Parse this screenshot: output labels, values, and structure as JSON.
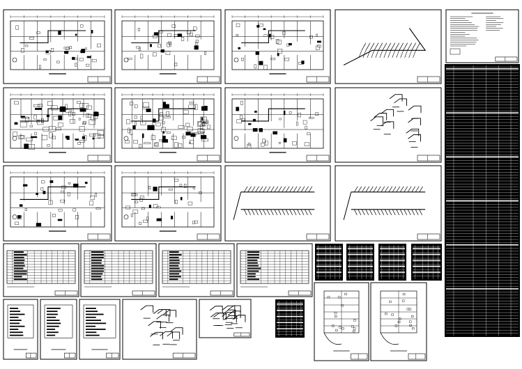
{
  "colors": {
    "background": "#ffffff",
    "ink": "#000000",
    "dark_sheet": "#000000",
    "dark_line": "#ffffff"
  },
  "sheets": [
    {
      "id": "plan-1",
      "kind": "floor-plan"
    },
    {
      "id": "plan-2",
      "kind": "floor-plan"
    },
    {
      "id": "plan-3",
      "kind": "floor-plan"
    },
    {
      "id": "iso-1",
      "kind": "isometric"
    },
    {
      "id": "notes",
      "kind": "notes"
    },
    {
      "id": "plan-4",
      "kind": "floor-plan-dense"
    },
    {
      "id": "plan-5",
      "kind": "floor-plan-dense"
    },
    {
      "id": "plan-6",
      "kind": "floor-plan"
    },
    {
      "id": "iso-2",
      "kind": "isometric-small"
    },
    {
      "id": "schedule-tall",
      "kind": "dark-table"
    },
    {
      "id": "plan-7",
      "kind": "floor-plan"
    },
    {
      "id": "plan-8",
      "kind": "floor-plan"
    },
    {
      "id": "iso-3",
      "kind": "isometric-run"
    },
    {
      "id": "iso-4",
      "kind": "isometric-run"
    },
    {
      "id": "table-1",
      "kind": "table"
    },
    {
      "id": "table-2",
      "kind": "table"
    },
    {
      "id": "table-3",
      "kind": "table"
    },
    {
      "id": "table-4",
      "kind": "table"
    },
    {
      "id": "dark-1",
      "kind": "dark-table"
    },
    {
      "id": "dark-2",
      "kind": "dark-table"
    },
    {
      "id": "dark-3",
      "kind": "dark-table"
    },
    {
      "id": "dark-4",
      "kind": "dark-table"
    },
    {
      "id": "list-1",
      "kind": "list"
    },
    {
      "id": "list-2",
      "kind": "list"
    },
    {
      "id": "list-3",
      "kind": "list"
    },
    {
      "id": "iso-5",
      "kind": "isometric-small"
    },
    {
      "id": "iso-6",
      "kind": "isometric-small"
    },
    {
      "id": "dark-5",
      "kind": "dark-table"
    },
    {
      "id": "plan-9",
      "kind": "narrow-plan"
    },
    {
      "id": "plan-10",
      "kind": "narrow-plan"
    }
  ]
}
